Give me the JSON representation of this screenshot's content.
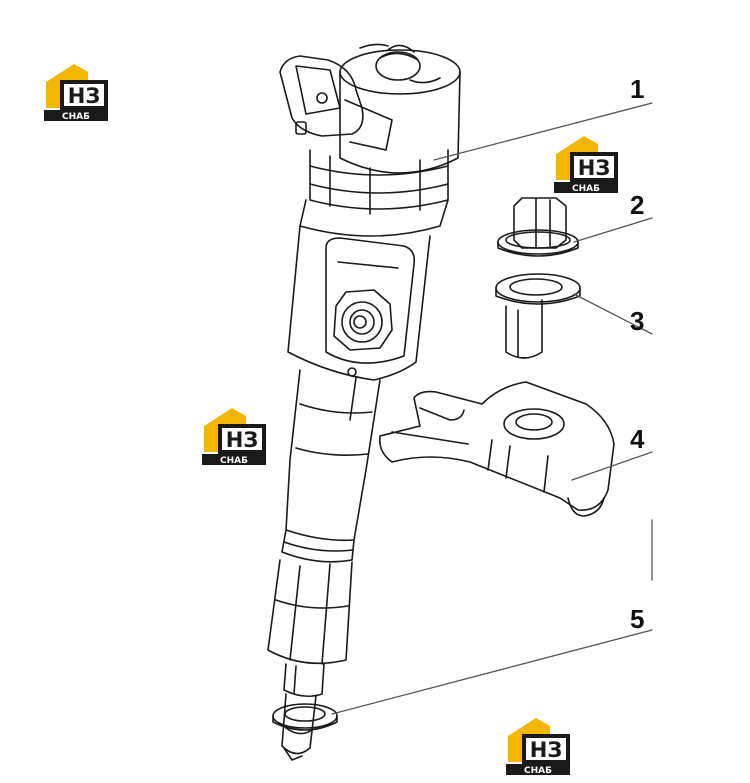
{
  "watermark": {
    "letters": "НЗ",
    "word": "СНАБ",
    "colors": {
      "roof": "#F2B705",
      "block": "#1A1A1A",
      "text": "#FFFFFF"
    }
  },
  "callouts": [
    {
      "number": "1",
      "part": "injector-body"
    },
    {
      "number": "2",
      "part": "washer-upper"
    },
    {
      "number": "3",
      "part": "washer-lower"
    },
    {
      "number": "4",
      "part": "clamp-bracket"
    },
    {
      "number": "5",
      "part": "nozzle-seal-washer"
    }
  ],
  "colors": {
    "line": "#1A1A1A",
    "leader": "#555555",
    "background": "#FFFFFF"
  }
}
